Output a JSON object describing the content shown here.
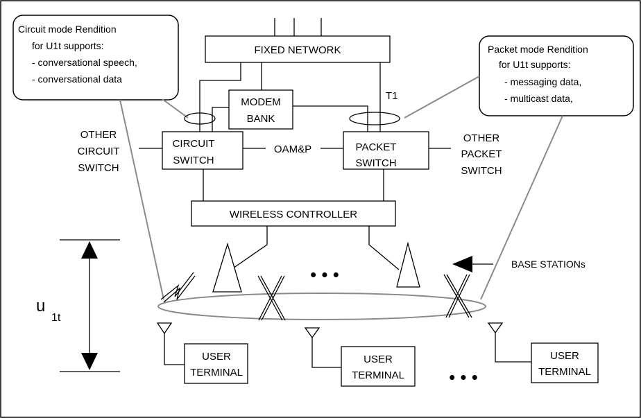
{
  "diagram": {
    "fixed_network": "FIXED NETWORK",
    "modem_bank": [
      "MODEM",
      "BANK"
    ],
    "circuit_switch": [
      "CIRCUIT",
      "SWITCH"
    ],
    "packet_switch": [
      "PACKET",
      "SWITCH"
    ],
    "oamp": "OAM&P",
    "t1": "T1",
    "other_circuit_switch": [
      "OTHER",
      "CIRCUIT",
      "SWITCH"
    ],
    "other_packet_switch": [
      "OTHER",
      "PACKET",
      "SWITCH"
    ],
    "wireless_controller": "WIRELESS CONTROLLER",
    "base_stations": "BASE STATIONs",
    "u_symbol": "u",
    "u_subscript": "1t",
    "ellipsis": "•  •  •",
    "circuit_callout": [
      "Circuit mode Rendition",
      "for U1t supports:",
      "- conversational   speech,",
      "- conversational data"
    ],
    "packet_callout": [
      "Packet mode Rendition",
      "for U1t supports:",
      "- messaging data,",
      "- multicast data,"
    ],
    "user_terminal": [
      "USER",
      "TERMINAL"
    ]
  }
}
